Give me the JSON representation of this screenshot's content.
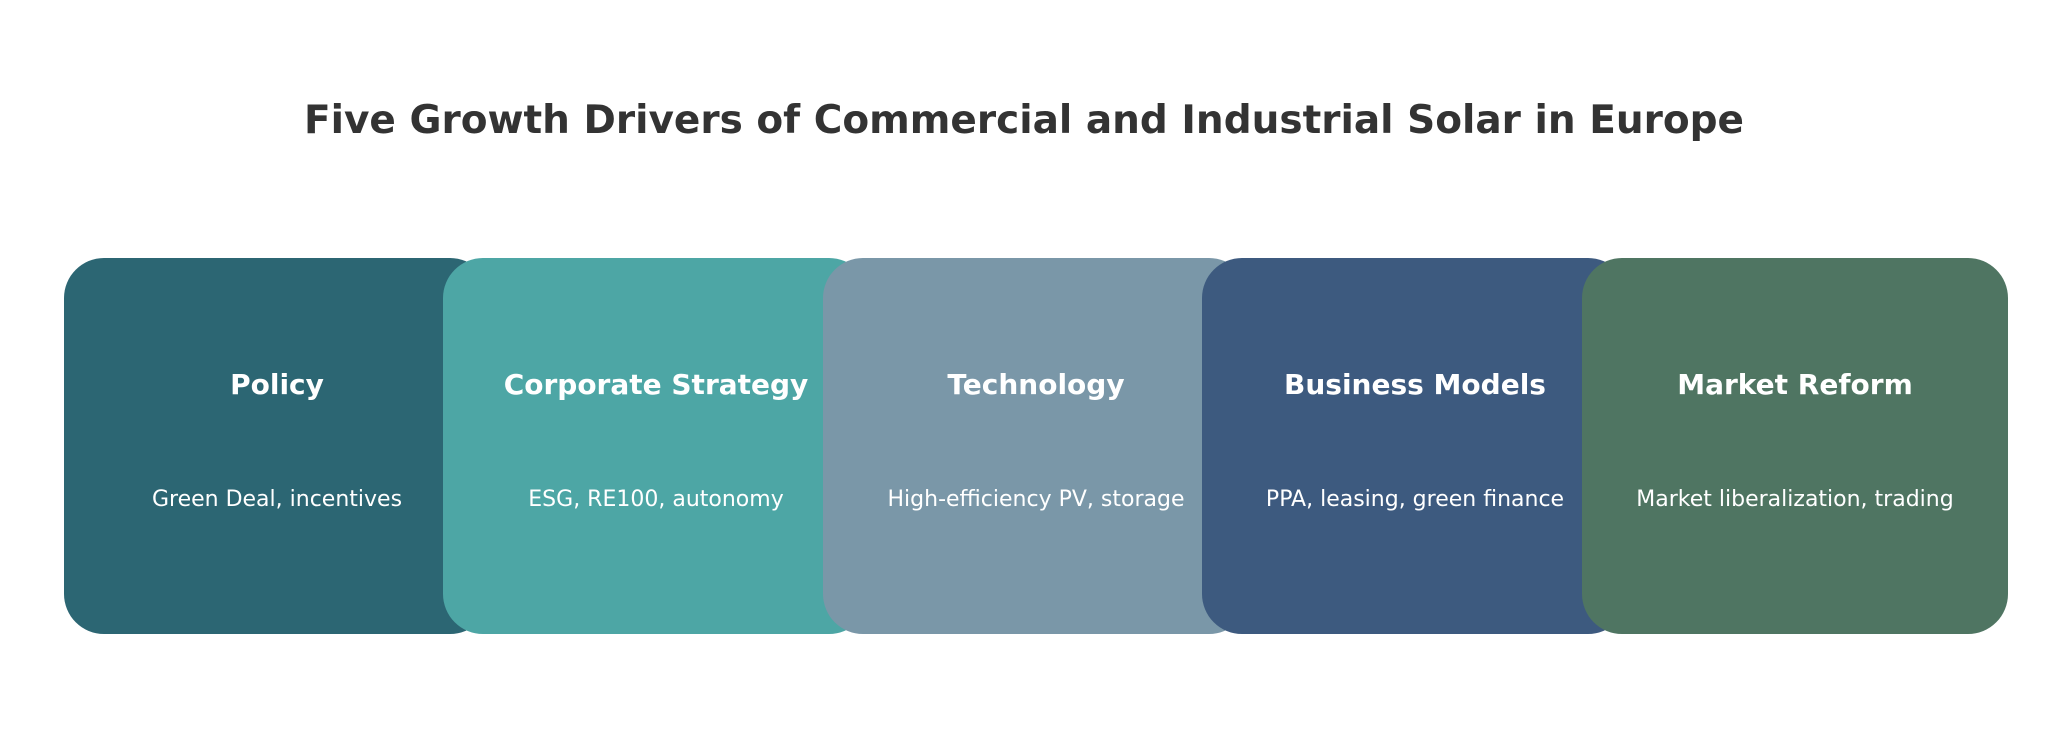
{
  "title": "Five Growth Drivers of Commercial and Industrial Solar in Europe",
  "drivers": [
    {
      "label": "Policy",
      "description": "Green Deal, incentives",
      "color": "#2C6673"
    },
    {
      "label": "Corporate Strategy",
      "description": "ESG, RE100, autonomy",
      "color": "#4DA6A5"
    },
    {
      "label": "Technology",
      "description": "High-efficiency PV, storage",
      "color": "#7A97A8"
    },
    {
      "label": "Business Models",
      "description": "PPA, leasing, green finance",
      "color": "#3D5A7F"
    },
    {
      "label": "Market Reform",
      "description": "Market liberalization, trading",
      "color": "#4F7562"
    }
  ]
}
